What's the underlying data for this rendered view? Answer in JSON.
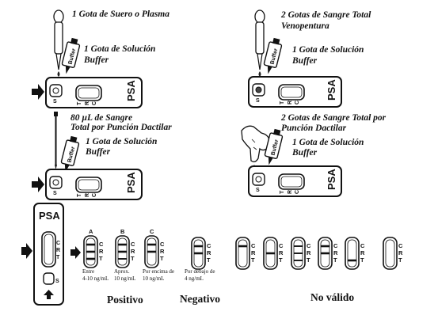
{
  "panels": {
    "serum": {
      "line1": "1 Gota de Suero o Plasma",
      "line2": "1 Gota de Solución",
      "line3": "Buffer"
    },
    "venous": {
      "line1": "2 Gotas de Sangre Total",
      "line2": "Venopentura",
      "line3": "1 Gota de Solución",
      "line4": "Buffer"
    },
    "pipette": {
      "line1": "80 µL de Sangre",
      "line2": "Total por Punción Dactilar",
      "line3": "1 Gota de Solución",
      "line4": "Buffer"
    },
    "finger": {
      "line1": "2 Gotas de Sangre Total por",
      "line2": "Punción Dactilar",
      "line3": "1 Gota de Solución",
      "line4": "Buffer"
    }
  },
  "cassette": {
    "brand": "PSA",
    "sample_label": "S",
    "control_label": "C",
    "reference_label": "R",
    "test_label": "T",
    "buffer_label": "Buffer"
  },
  "results": {
    "positive": {
      "title": "Positivo",
      "strips": [
        {
          "letter": "A",
          "caption1": "Entre",
          "caption2": "4-10 ng/mL"
        },
        {
          "letter": "B",
          "caption1": "Aprox.",
          "caption2": "10 ng/mL"
        },
        {
          "letter": "C",
          "caption1": "Por encima de",
          "caption2": "10 ng/mL"
        }
      ]
    },
    "negative": {
      "title": "Negativo",
      "caption1": "Por debajo de",
      "caption2": "4 ng/mL"
    },
    "invalid": {
      "title": "No válido"
    }
  }
}
